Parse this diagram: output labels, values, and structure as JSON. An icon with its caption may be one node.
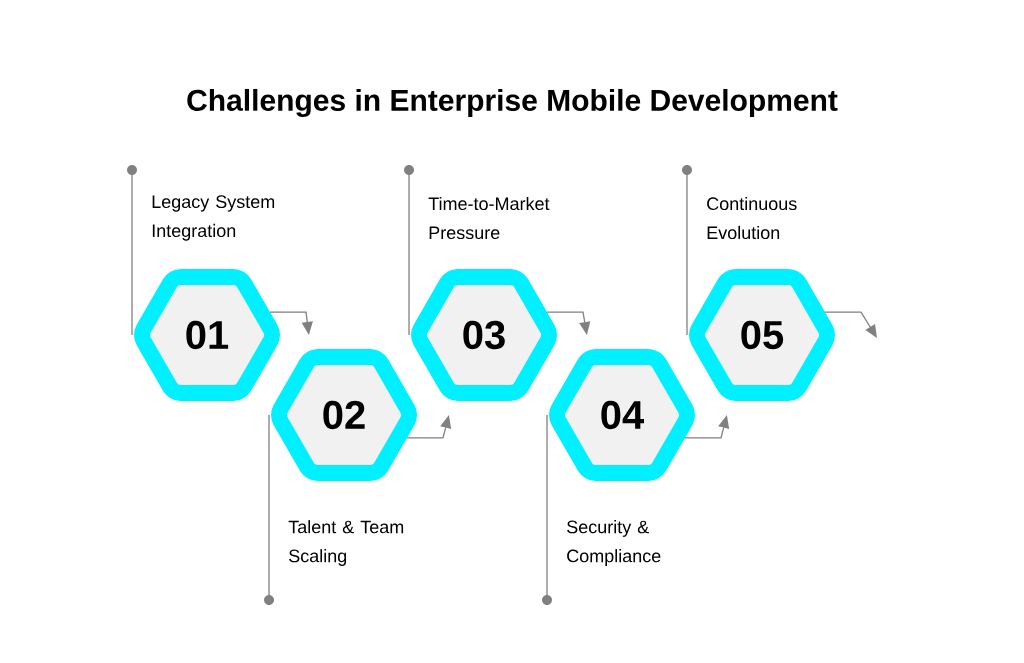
{
  "diagram": {
    "title": "Challenges in Enterprise Mobile Development",
    "nodes": [
      {
        "text": [
          "01"
        ],
        "beside": [
          "Legacy System Integration"
        ]
      },
      {
        "text": [
          "02"
        ],
        "beside": [
          "Talent & Team Scaling"
        ]
      },
      {
        "text": [
          "03"
        ],
        "beside": [
          "Time-to-Market Pressure"
        ]
      },
      {
        "text": [
          "04"
        ],
        "beside": [
          "Security & Compliance"
        ]
      },
      {
        "text": [
          "05"
        ],
        "beside": [
          "Continuous Evolution"
        ]
      }
    ],
    "edges": [
      {
        "from": 0,
        "to": 1,
        "arrow": "to"
      },
      {
        "from": 1,
        "to": 2,
        "arrow": "to"
      },
      {
        "from": 2,
        "to": 3,
        "arrow": "to"
      },
      {
        "from": 3,
        "to": 4,
        "arrow": "to"
      },
      {
        "from": 4,
        "to": null,
        "arrow": "to"
      }
    ]
  }
}
